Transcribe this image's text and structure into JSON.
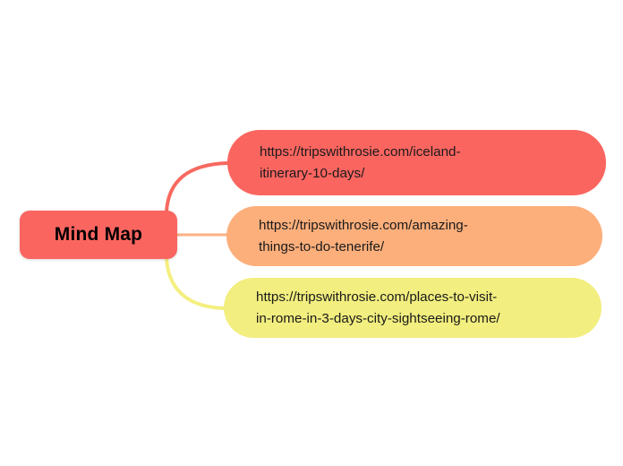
{
  "diagram": {
    "type": "mind-map",
    "background_color": "#ffffff",
    "root": {
      "label": "Mind Map",
      "color": "#fb6560"
    },
    "branches": [
      {
        "label": "https://tripswithrosie.com/iceland-\nitinerary-10-days/",
        "url": "https://tripswithrosie.com/iceland-itinerary-10-days/",
        "color": "#fb6560",
        "connector_color": "#f8695f"
      },
      {
        "label": "https://tripswithrosie.com/amazing-\nthings-to-do-tenerife/",
        "url": "https://tripswithrosie.com/amazing-things-to-do-tenerife/",
        "color": "#fcaf7b",
        "connector_color": "#fbb183"
      },
      {
        "label": "https://tripswithrosie.com/places-to-visit-\nin-rome-in-3-days-city-sightseeing-rome/",
        "url": "https://tripswithrosie.com/places-to-visit-in-rome-in-3-days-city-sightseeing-rome/",
        "color": "#f2ee7f",
        "connector_color": "#f4ef80"
      }
    ]
  }
}
